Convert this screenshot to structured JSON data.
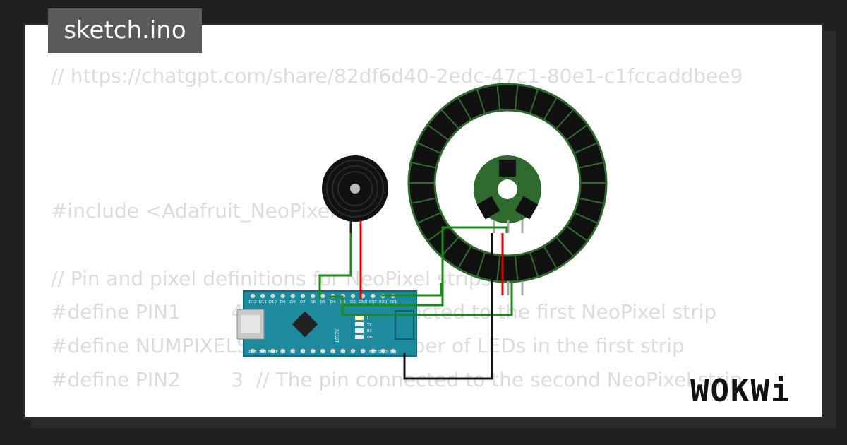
{
  "tab": {
    "filename": "sketch.ino"
  },
  "code_lines": [
    "",
    "// https://chatgpt.com/share/82df6d40-2edc-47c1-80e1-c1fccaddbee9",
    "",
    "",
    "",
    "#include <Adafruit_NeoPixel.h>",
    "",
    "// Pin and pixel definitions for NeoPixel strips",
    "#define PIN1        4   // The pin connected to the first NeoPixel strip",
    "#define NUMPIXELS1 30  // The number of LEDs in the first strip",
    "#define PIN2        3  // The pin connected to the second NeoPixel strip"
  ],
  "board": {
    "top_pins": [
      "D12",
      "D11",
      "D10",
      "D9",
      "D8",
      "D7",
      "D6",
      "D5",
      "D4",
      "D3",
      "D2",
      "GND",
      "RST",
      "RX0",
      "TX1"
    ],
    "bottom_pins": [
      "D13",
      "3V3",
      "AREF",
      "A0",
      "A1",
      "A2",
      "A3",
      "A4",
      "A5",
      "A6",
      "A7",
      "5V",
      "RST",
      "GND",
      "VIN"
    ],
    "leds": [
      "L",
      "TX",
      "RX",
      "ON"
    ],
    "reset_label": "RESET"
  },
  "brand": "WOKWi",
  "colors": {
    "board": "#1e8a9e",
    "wire_green": "#1a8a1a",
    "wire_red": "#e00000",
    "wire_black": "#111111",
    "ring": "#111111",
    "ring_outline": "#2f6b2f",
    "jewel": "#2f6b2f"
  }
}
